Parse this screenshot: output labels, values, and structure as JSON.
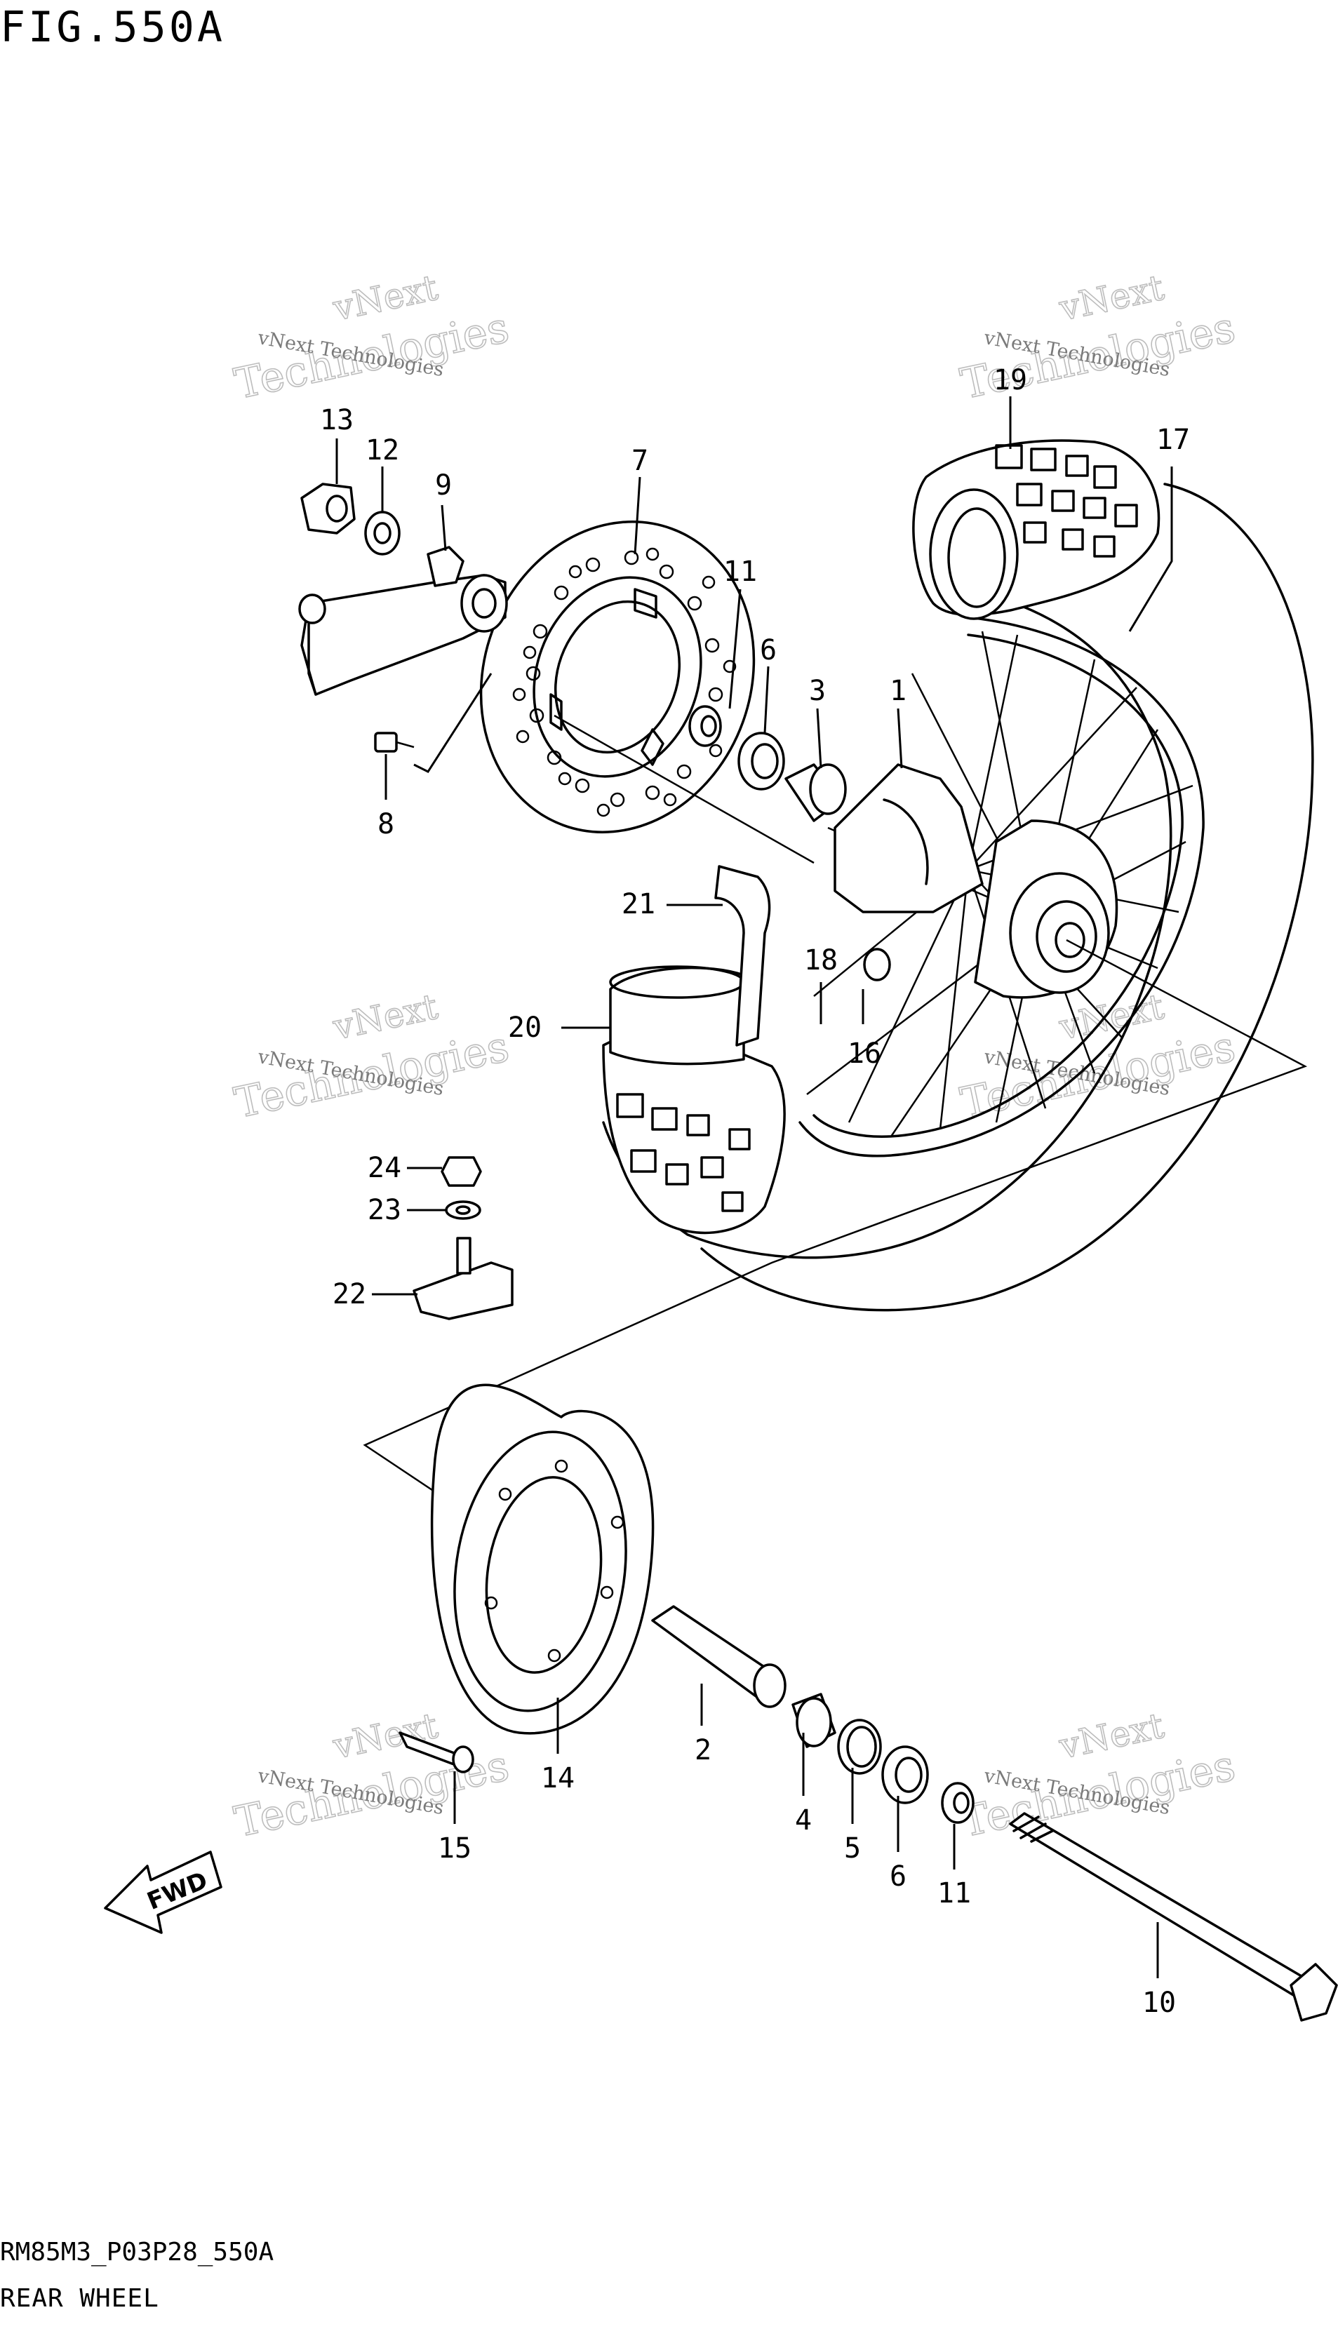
{
  "figure": {
    "title": "FIG.550A",
    "code": "RM85M3_P03P28_550A",
    "name": "REAR WHEEL"
  },
  "watermark": {
    "small": "vNext Technologies",
    "large": "Technologies",
    "top": "vNext"
  },
  "fwd_label": "FWD",
  "callouts": [
    {
      "id": "c1",
      "text": "1"
    },
    {
      "id": "c2",
      "text": "2"
    },
    {
      "id": "c3",
      "text": "3"
    },
    {
      "id": "c4",
      "text": "4"
    },
    {
      "id": "c5",
      "text": "5"
    },
    {
      "id": "c6a",
      "text": "6"
    },
    {
      "id": "c6b",
      "text": "6"
    },
    {
      "id": "c7",
      "text": "7"
    },
    {
      "id": "c8",
      "text": "8"
    },
    {
      "id": "c9",
      "text": "9"
    },
    {
      "id": "c10",
      "text": "10"
    },
    {
      "id": "c11a",
      "text": "11"
    },
    {
      "id": "c11b",
      "text": "11"
    },
    {
      "id": "c12",
      "text": "12"
    },
    {
      "id": "c13",
      "text": "13"
    },
    {
      "id": "c14",
      "text": "14"
    },
    {
      "id": "c15",
      "text": "15"
    },
    {
      "id": "c16",
      "text": "16"
    },
    {
      "id": "c17",
      "text": "17"
    },
    {
      "id": "c18",
      "text": "18"
    },
    {
      "id": "c19",
      "text": "19"
    },
    {
      "id": "c20",
      "text": "20"
    },
    {
      "id": "c21",
      "text": "21"
    },
    {
      "id": "c22",
      "text": "22"
    },
    {
      "id": "c23",
      "text": "23"
    },
    {
      "id": "c24",
      "text": "24"
    }
  ]
}
